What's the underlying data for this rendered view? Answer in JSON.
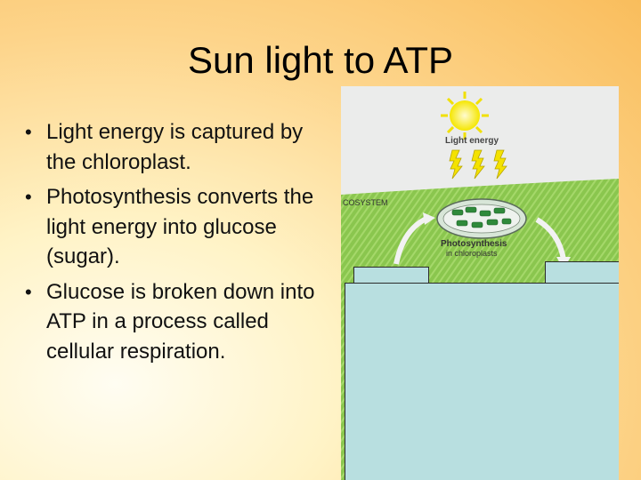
{
  "slide": {
    "title": "Sun light to ATP",
    "bullets": [
      "Light energy is captured by the chloroplast.",
      "Photosynthesis converts the light energy into glucose (sugar).",
      "Glucose is broken down into ATP in a process called cellular respiration."
    ]
  },
  "figure": {
    "sun_label": "Light energy",
    "ecosystem_label": "COSYSTEM",
    "process_label": "Photosynthesis",
    "process_sublabel": "in chloroplasts"
  },
  "colors": {
    "background_center": "#fff3c6",
    "background_edge": "#f9bd5c",
    "cover_fill": "#b8dfe0",
    "grass": "#8ac64e"
  }
}
